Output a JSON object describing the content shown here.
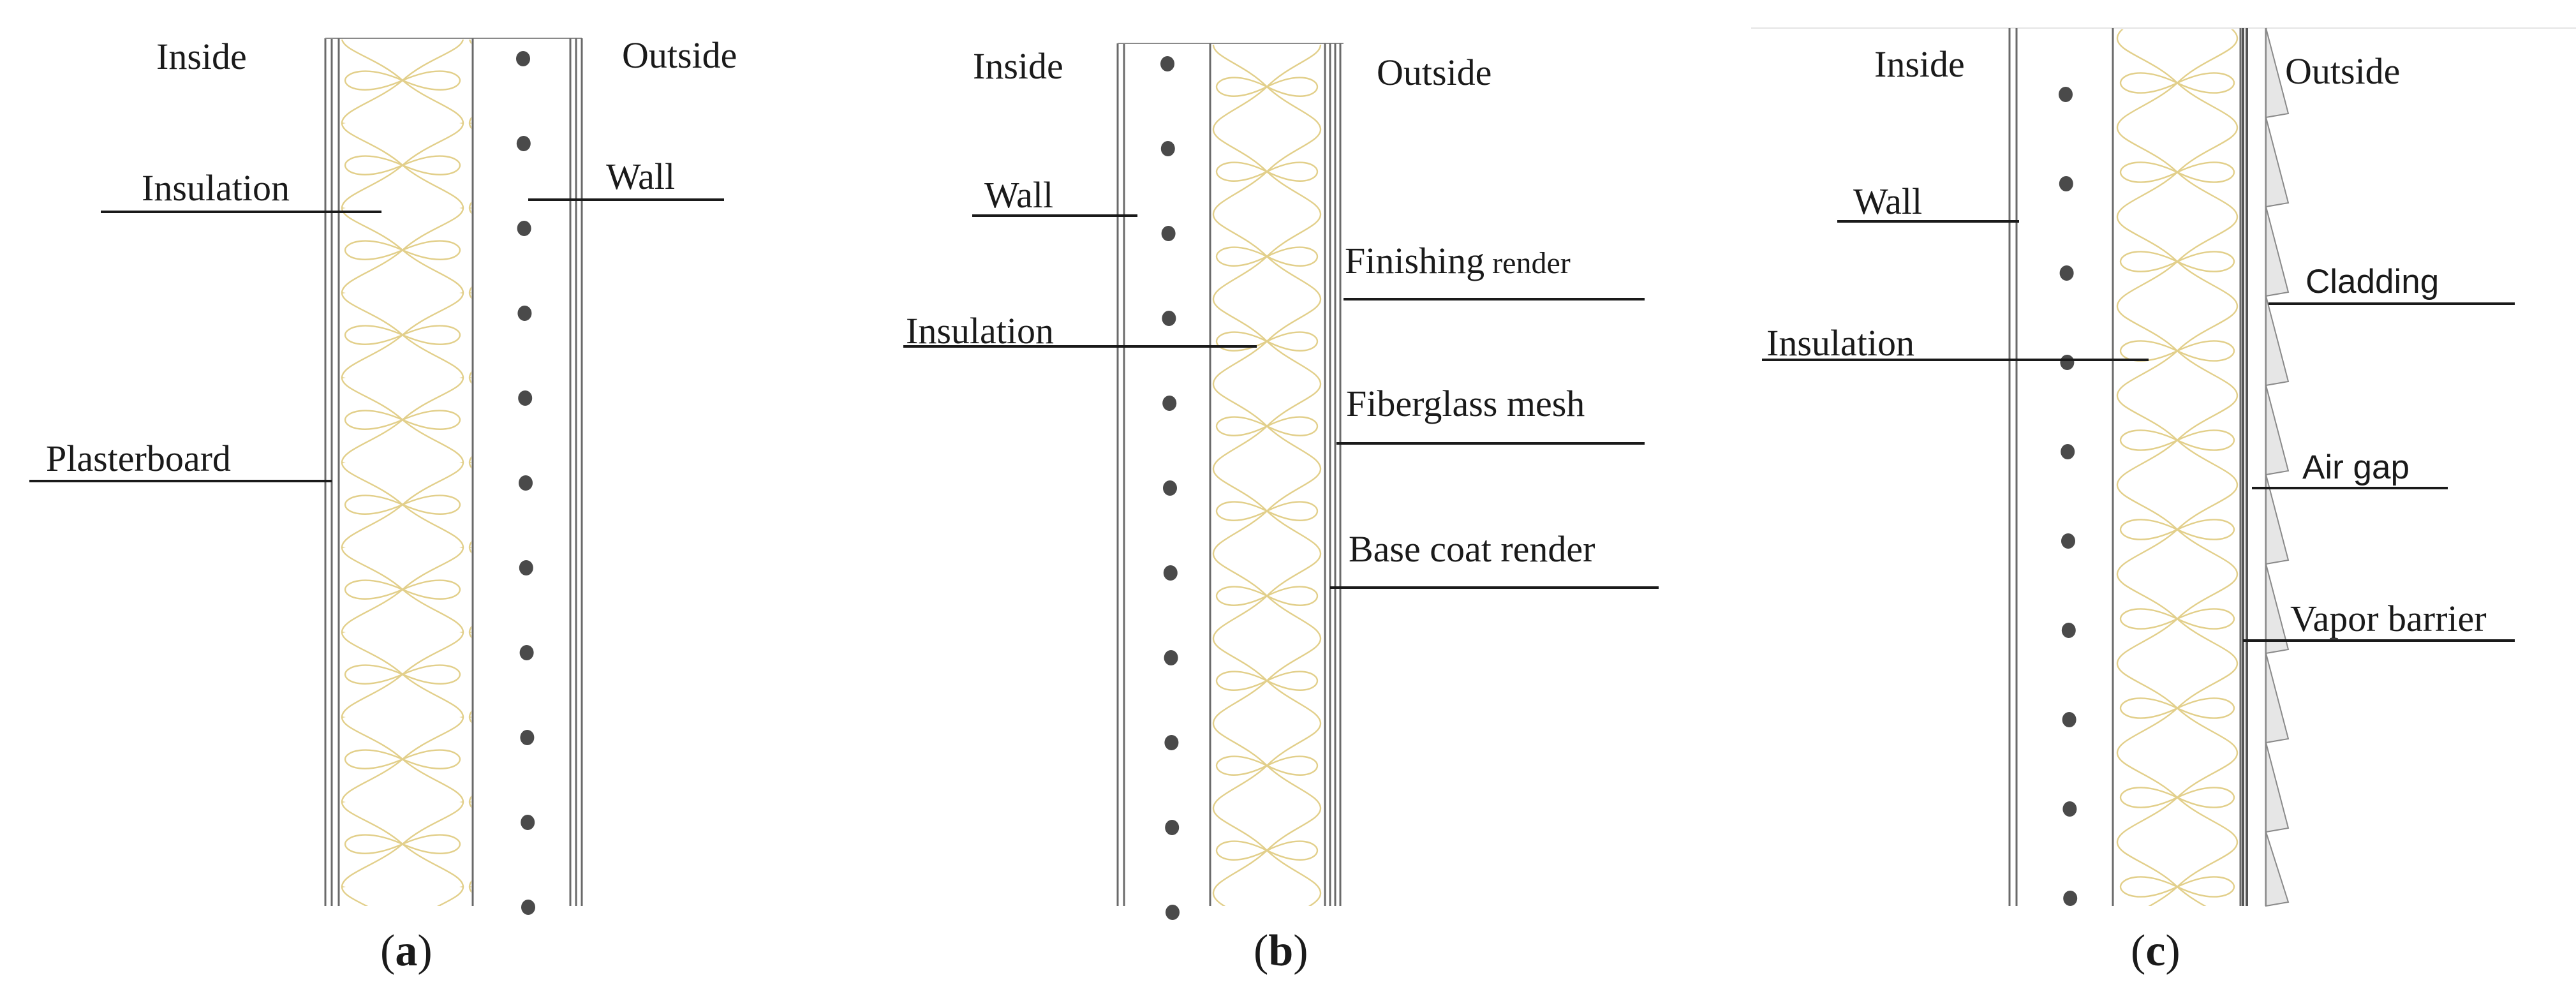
{
  "panels": [
    {
      "id": "a",
      "caption": "a",
      "inside_label": "Inside",
      "outside_label": "Outside",
      "labels": {
        "insulation": "Insulation",
        "wall": "Wall",
        "plasterboard": "Plasterboard"
      }
    },
    {
      "id": "b",
      "caption": "b",
      "inside_label": "Inside",
      "outside_label": "Outside",
      "labels": {
        "wall": "Wall",
        "insulation": "Insulation",
        "finishing_main": "Finishing",
        "finishing_small": "render",
        "fiberglass_mesh": "Fiberglass mesh",
        "base_coat_render": "Base coat render"
      }
    },
    {
      "id": "c",
      "caption": "c",
      "inside_label": "Inside",
      "outside_label": "Outside",
      "labels": {
        "wall": "Wall",
        "insulation": "Insulation",
        "cladding": "Cladding",
        "air_gap": "Air gap",
        "vapor_barrier": "Vapor barrier"
      }
    }
  ],
  "colors": {
    "insulation_stroke": "#e2cf8a",
    "wall_dot": "#4a4a4a",
    "line": "#1a1a1a"
  }
}
